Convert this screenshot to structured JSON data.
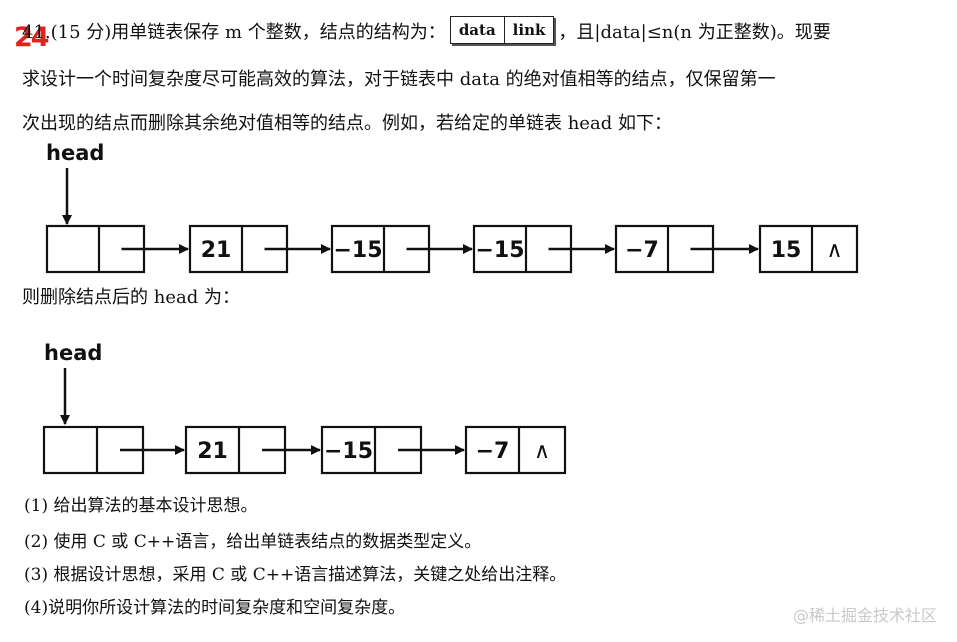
{
  "question": {
    "number": "24",
    "line1_before": "41.(15 分)用单链表保存 m 个整数，结点的结构为：",
    "struct_fields": [
      "data",
      "link"
    ],
    "line1_after": "，且|data|≤n(n 为正整数)。现要",
    "line2": "求设计一个时间复杂度尽可能高效的算法，对于链表中 data 的绝对值相等的结点，仅保留第一",
    "line3": "次出现的结点而删除其余绝对值相等的结点。例如，若给定的单链表 head 如下：",
    "after_label": "则删除结点后的 head 为："
  },
  "diagram_before": {
    "head_label": "head",
    "nodes": [
      "",
      "21",
      "−15",
      "−15",
      "−7",
      "15"
    ],
    "null_symbol": "∧"
  },
  "diagram_after": {
    "head_label": "head",
    "nodes": [
      "",
      "21",
      "−15",
      "−7"
    ],
    "null_symbol": "∧"
  },
  "subquestions": [
    "(1)  给出算法的基本设计思想。",
    "(2)  使用 C 或 C++语言，给出单链表结点的数据类型定义。",
    "(3)  根据设计思想，采用 C 或 C++语言描述算法，关键之处给出注释。",
    "(4)说明你所设计算法的时间复杂度和空间复杂度。"
  ],
  "watermark": "@稀土掘金技术社区"
}
